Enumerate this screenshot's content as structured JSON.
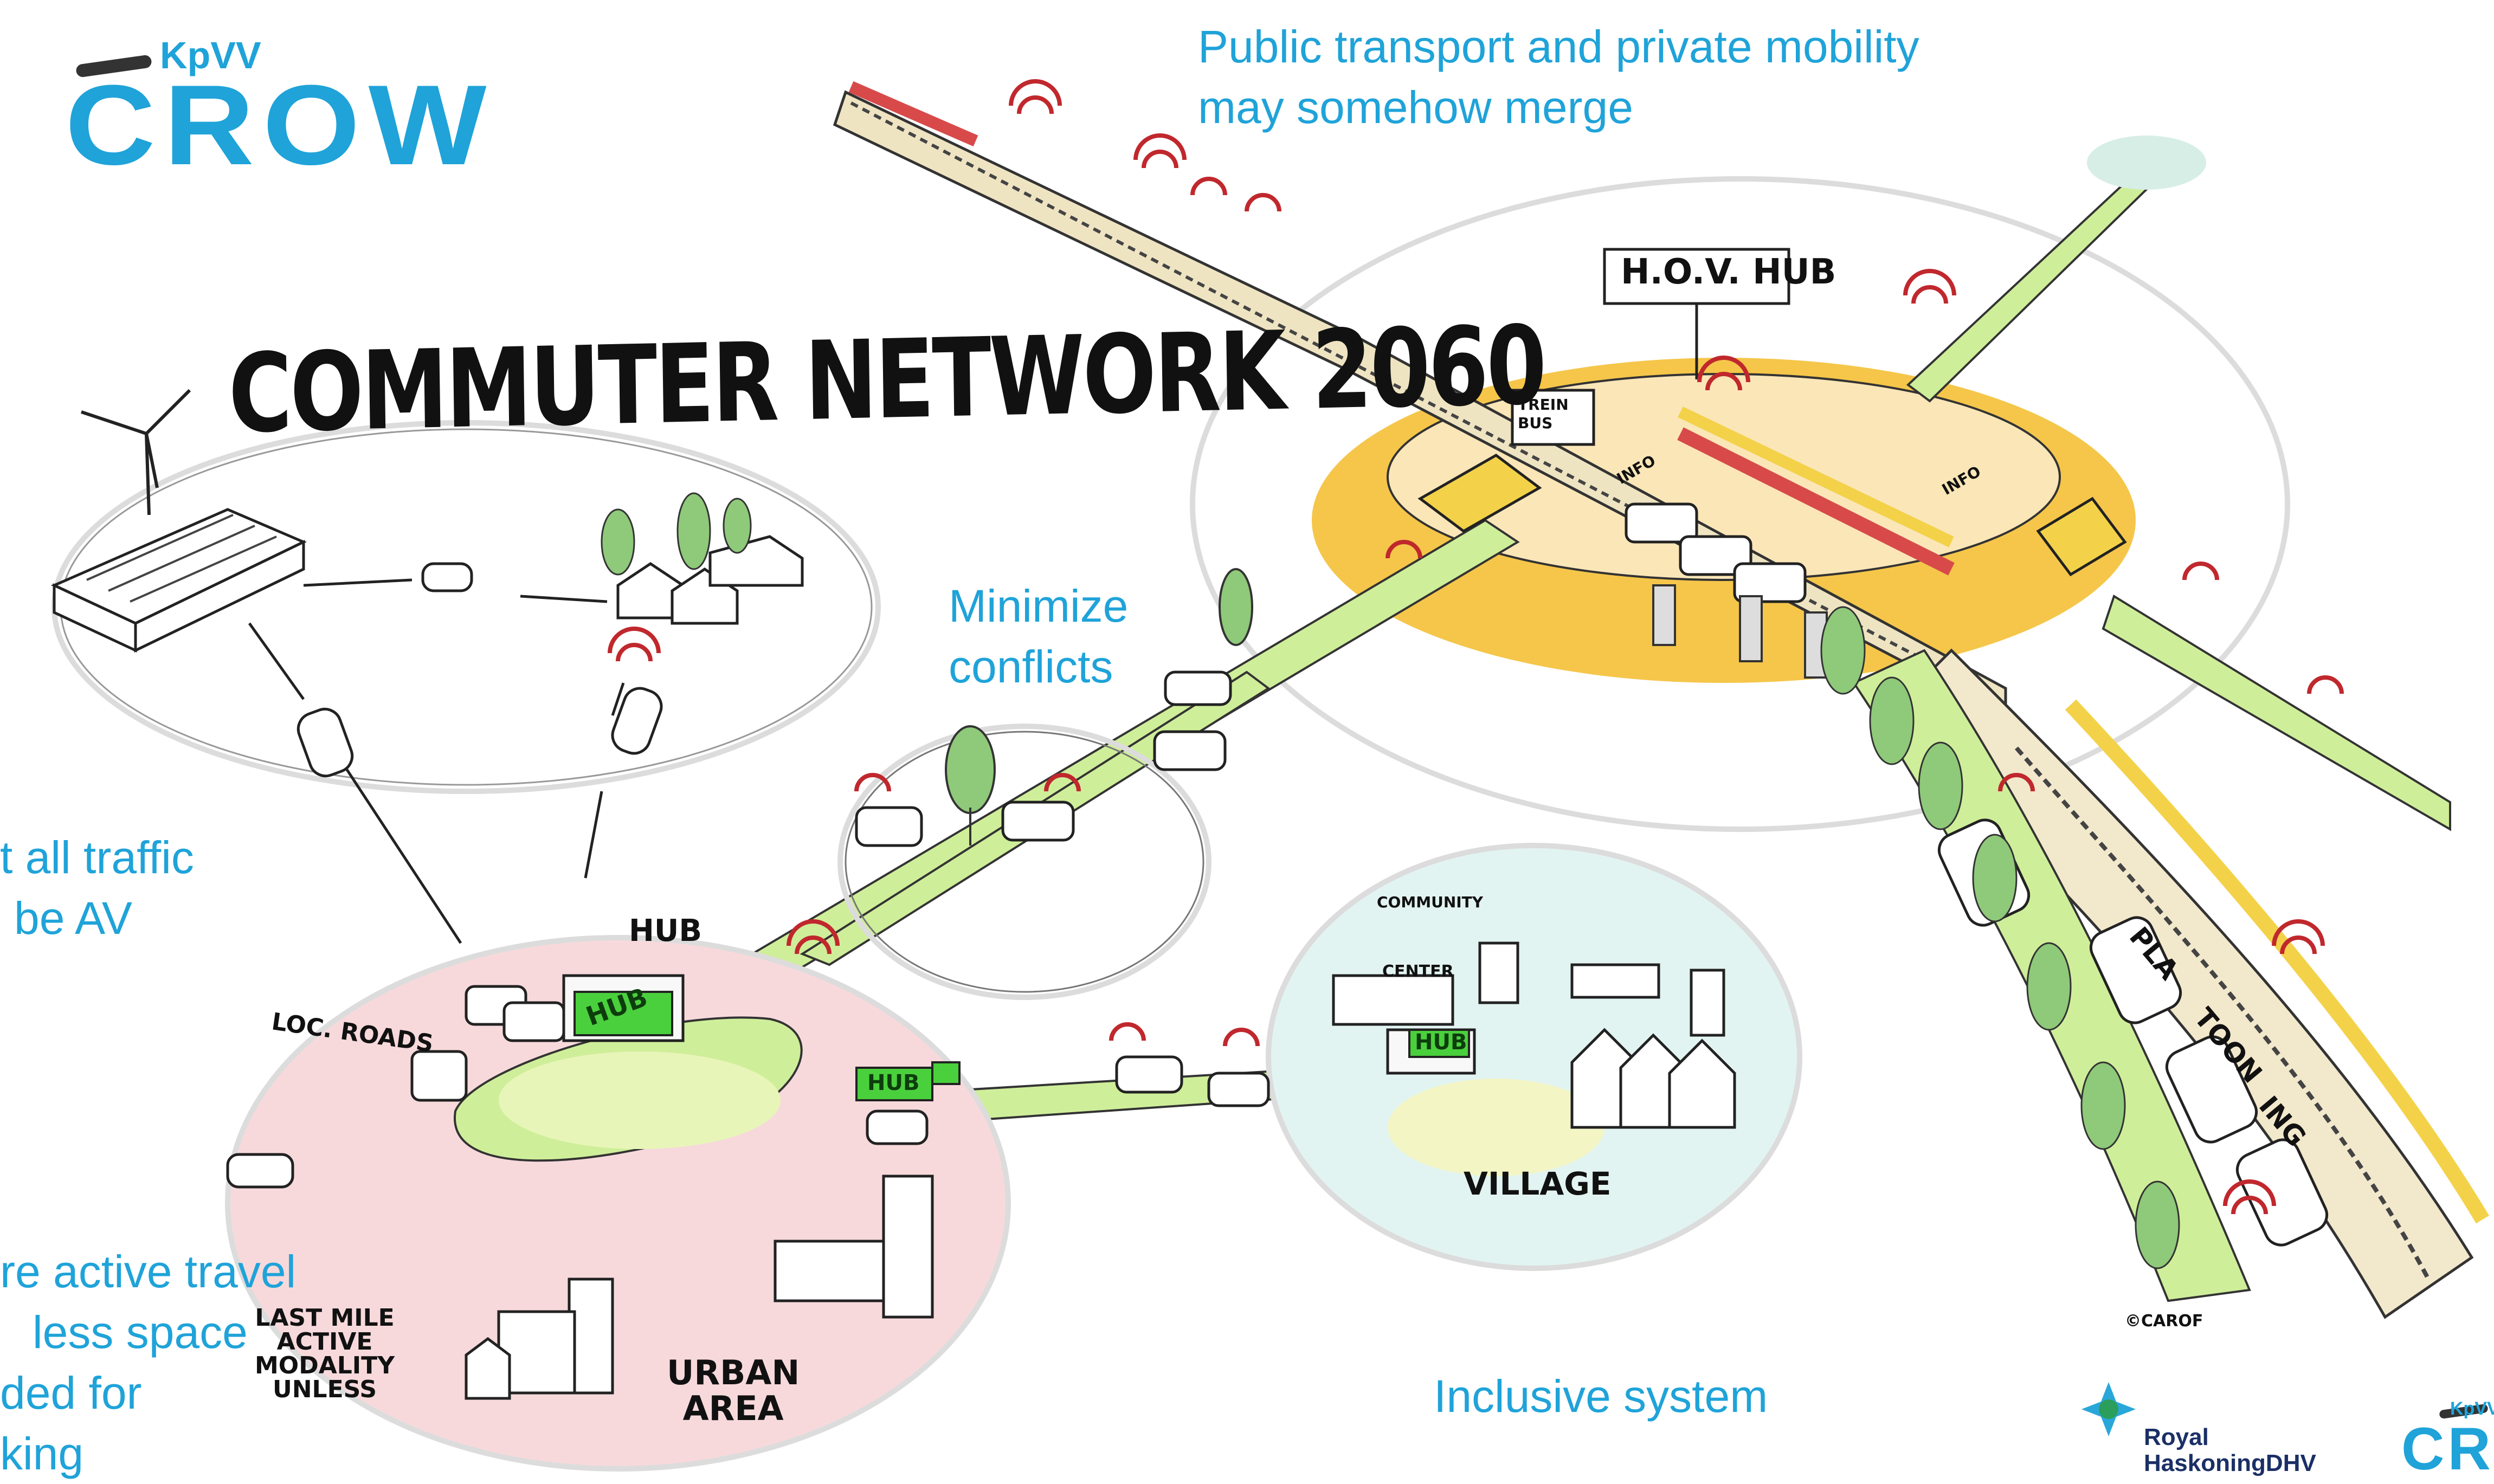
{
  "logo": {
    "kpvv": "KpVV",
    "crow": "CROW"
  },
  "title": "COMMUTER NETWORK 2060",
  "annotations": {
    "public_transport_line1": "Public transport and private mobility",
    "public_transport_line2": "may somehow merge",
    "minimize_line1": "Minimize",
    "minimize_line2": "conflicts",
    "traffic_line1": "t all traffic",
    "traffic_line2": "be AV",
    "active_line1": "re active travel",
    "active_line2": "less space",
    "active_line3": "ded for",
    "active_line4": "king",
    "inclusive": "Inclusive system"
  },
  "labels": {
    "hov_hub": "H.O.V. HUB",
    "hub_small": "HUB",
    "hub_green_1": "HUB",
    "hub_green_2": "HUB",
    "hub_green_3": "HUB",
    "local_roads": "LOC. ROADS",
    "last_mile_1": "LAST MILE",
    "last_mile_2": "ACTIVE",
    "last_mile_3": "MODALITY",
    "last_mile_4": "UNLESS",
    "urban_1": "URBAN",
    "urban_2": "AREA",
    "village": "VILLAGE",
    "community": "COMMUNITY",
    "center": "CENTER",
    "trein_bus_1": "TREIN",
    "trein_bus_2": "BUS",
    "info_1": "INFO",
    "info_2": "INFO",
    "pla": "PLA",
    "toon": "TOON",
    "ing": "ING",
    "signature": "©CAROF"
  },
  "footer": {
    "royal": "Royal",
    "haskoning": "HaskoningDHV",
    "kpvv_small": "KpVV",
    "crow_small": "CRO"
  },
  "colors": {
    "accent_blue": "#1fa3d9",
    "road_green": "#cfee9a",
    "hub_orange": "#f5c64a",
    "signal_red": "#c0282d",
    "urban_pink": "#f7d9dc"
  }
}
